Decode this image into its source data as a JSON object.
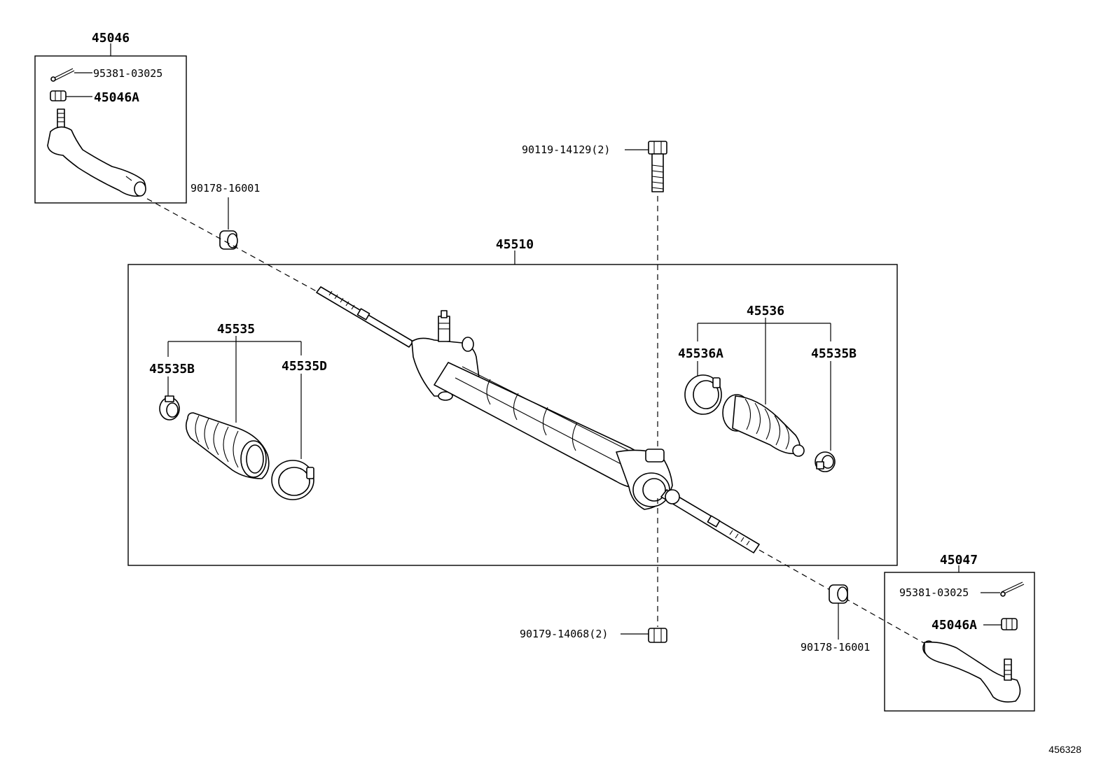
{
  "labels": {
    "tie_rod_end_left": "45046",
    "cotter_pin_left": "95381-03025",
    "nut_left": "45046A",
    "bushing_left": "90178-16001",
    "mount_bolt": "90119-14129(2)",
    "gear_assembly": "45510",
    "boot_kit_left": "45535",
    "clamp_left_small": "45535B",
    "clamp_left_large": "45535D",
    "boot_kit_right": "45536",
    "clamp_right_large": "45536A",
    "clamp_right_small": "45535B",
    "tie_rod_end_right": "45047",
    "cotter_pin_right": "95381-03025",
    "nut_right": "45046A",
    "bushing_right": "90178-16001",
    "mount_nut": "90179-14068(2)"
  },
  "image_id": "456328"
}
